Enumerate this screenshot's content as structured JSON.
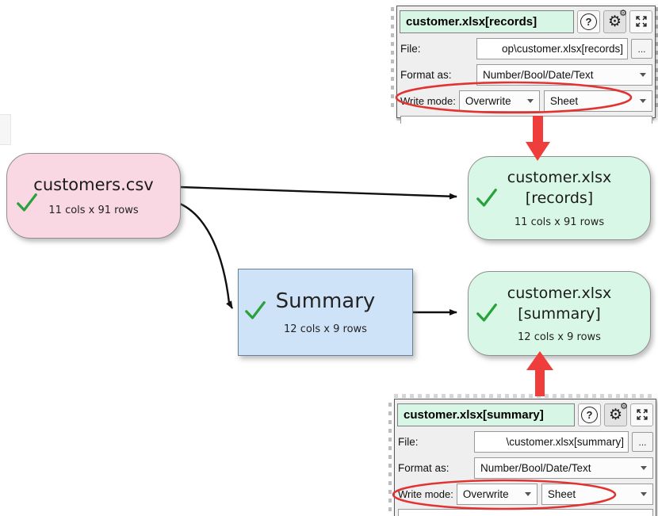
{
  "nodes": {
    "source": {
      "title": "customers.csv",
      "meta": "11 cols x 91 rows"
    },
    "records_output": {
      "title_line1": "customer.xlsx",
      "title_line2": "[records]",
      "meta": "11 cols x 91 rows"
    },
    "summary_transform": {
      "title": "Summary",
      "meta": "12 cols x 9 rows"
    },
    "summary_output": {
      "title_line1": "customer.xlsx",
      "title_line2": "[summary]",
      "meta": "12 cols x 9 rows"
    }
  },
  "panels": {
    "records": {
      "title": "customer.xlsx[records]",
      "file_label": "File:",
      "file_value": "op\\customer.xlsx[records]",
      "browse_label": "...",
      "format_label": "Format as:",
      "format_value": "Number/Bool/Date/Text",
      "write_mode_label": "Write mode:",
      "write_mode_value": "Overwrite",
      "sheet_mode_value": "Sheet"
    },
    "summary": {
      "title": "customer.xlsx[summary]",
      "file_label": "File:",
      "file_value": "\\customer.xlsx[summary]",
      "browse_label": "...",
      "format_label": "Format as:",
      "format_value": "Number/Bool/Date/Text",
      "write_mode_label": "Write mode:",
      "write_mode_value": "Overwrite",
      "sheet_mode_value": "Sheet"
    }
  },
  "icons": {
    "help_glyph": "?",
    "gear_glyph": "⚙"
  },
  "colors": {
    "source_node_bg": "#f9d8e3",
    "output_node_bg": "#d9f7e6",
    "transform_node_bg": "#cfe3f8",
    "panel_title_bg": "#d8f6e5",
    "check_green": "#2aa23c",
    "annotation_red": "#ee3d3a"
  }
}
